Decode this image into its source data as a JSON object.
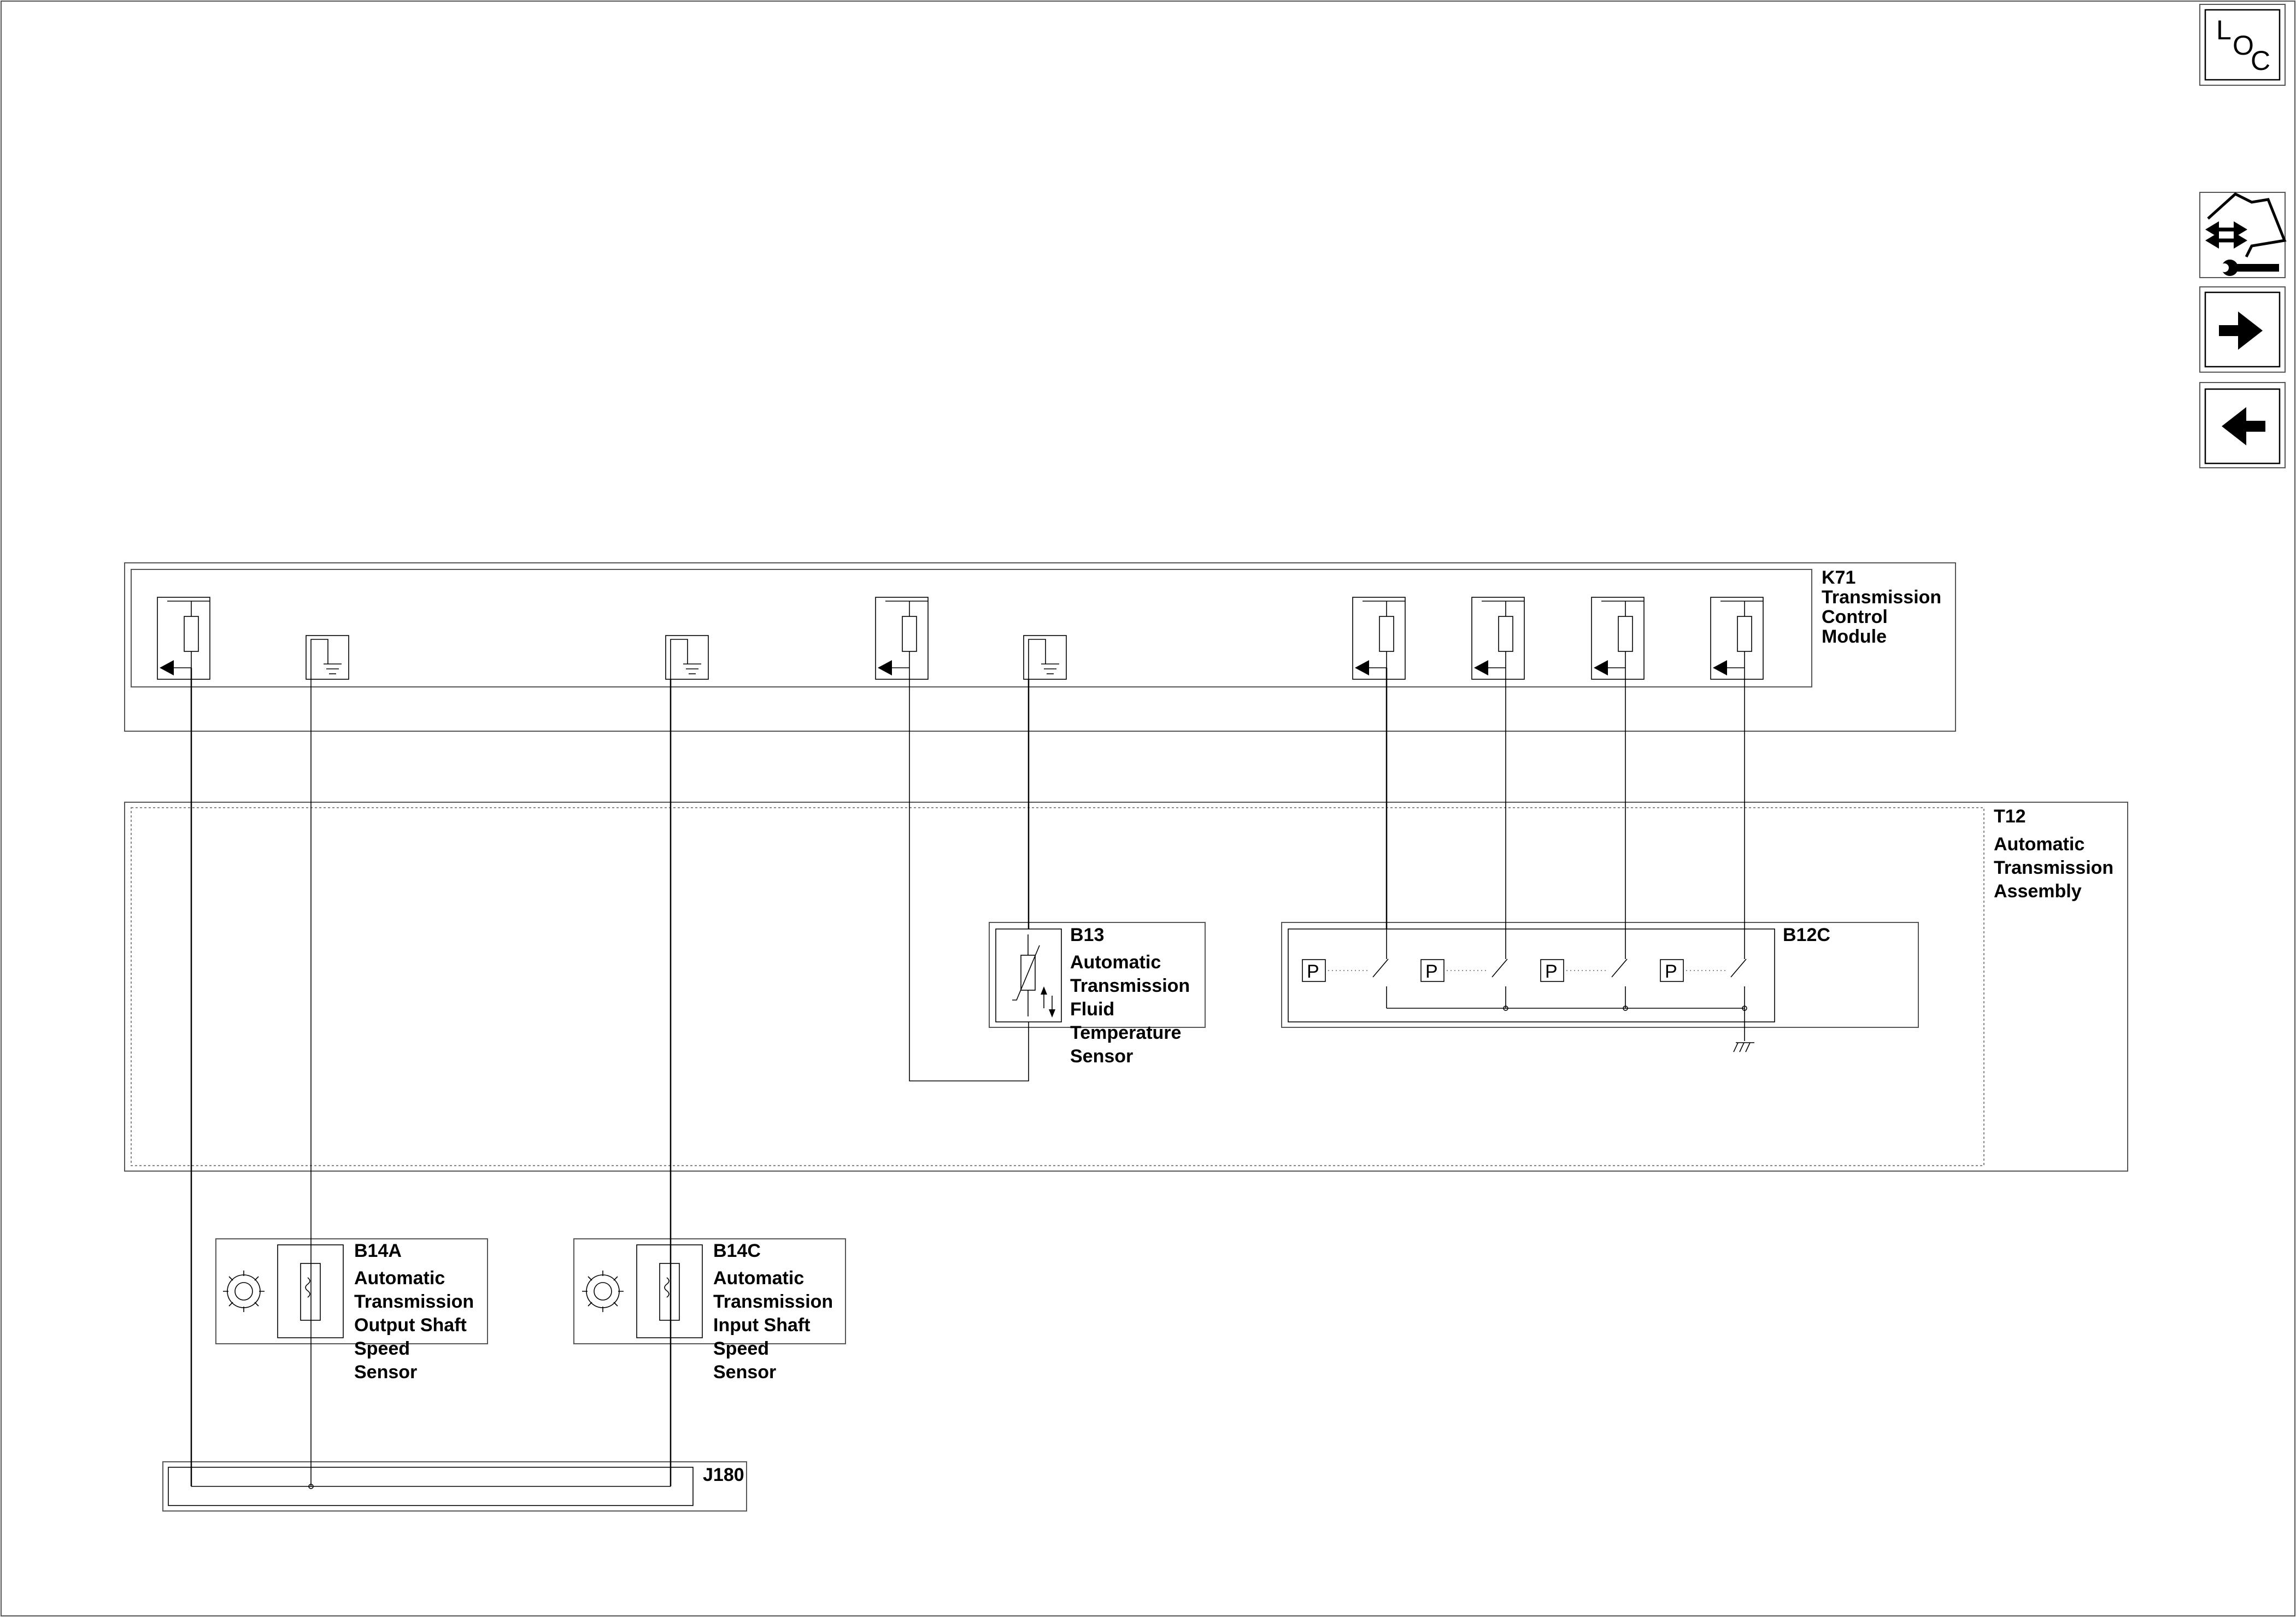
{
  "nav": {
    "loc_label": [
      "L",
      "O",
      "C"
    ]
  },
  "components": {
    "k71": {
      "id": "K71",
      "lines": [
        "Transmission",
        "Control",
        "Module"
      ]
    },
    "t12": {
      "id": "T12",
      "lines": [
        "Automatic",
        "Transmission",
        "Assembly"
      ]
    },
    "b13": {
      "id": "B13",
      "lines": [
        "Automatic",
        "Transmission",
        "Fluid",
        "Temperature",
        "Sensor"
      ]
    },
    "b12c": {
      "id": "B12C",
      "switch_labels": [
        "P",
        "P",
        "P",
        "P"
      ]
    },
    "b14a": {
      "id": "B14A",
      "lines": [
        "Automatic",
        "Transmission",
        "Output Shaft",
        "Speed",
        "Sensor"
      ]
    },
    "b14c": {
      "id": "B14C",
      "lines": [
        "Automatic",
        "Transmission",
        "Input Shaft",
        "Speed",
        "Sensor"
      ]
    },
    "j180": {
      "id": "J180"
    }
  }
}
